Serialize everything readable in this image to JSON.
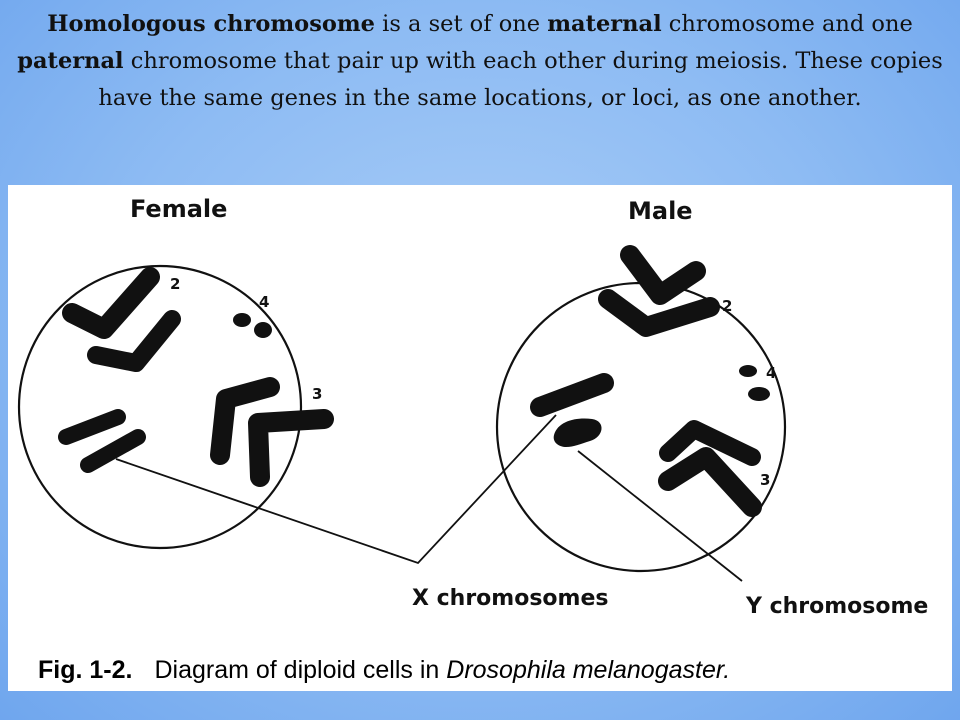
{
  "slide": {
    "sentence": [
      {
        "text": "Homologous chromosome",
        "bold": true
      },
      {
        "text": " is a set of one ",
        "bold": false
      },
      {
        "text": "maternal",
        "bold": true
      },
      {
        "text": " chromosome and one ",
        "bold": false
      },
      {
        "text": "paternal",
        "bold": true
      },
      {
        "text": " chromosome that pair up with each other during meiosis. These copies have the same genes in the same locations, or loci, as one another.",
        "bold": false
      }
    ]
  },
  "figure": {
    "female_label": "Female",
    "male_label": "Male",
    "chromosome_numbers": {
      "two": "2",
      "three": "3",
      "four": "4"
    },
    "x_label": "X chromosomes",
    "y_label": "Y chromosome",
    "caption_number": "Fig. 1-2.",
    "caption_text": "Diagram of diploid cells in ",
    "caption_species": "Drosophila melanogaster."
  },
  "colors": {
    "background": "#8dbbf3",
    "chromosome": "#111111"
  }
}
